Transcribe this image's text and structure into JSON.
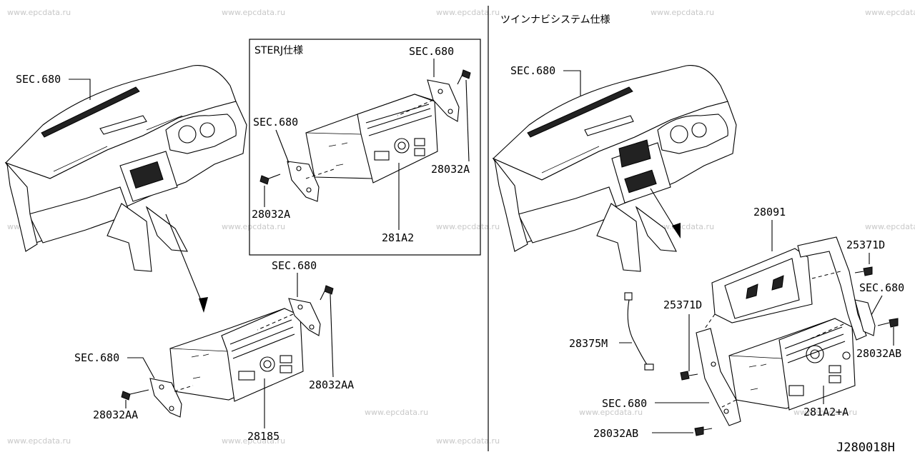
{
  "watermark": "www.epcdata.ru",
  "diagram_code": "J280018H",
  "left_panel": {
    "inset_title": "STERJ仕様",
    "labels": {
      "sec_dash": "SEC.680",
      "sec_bracket_bottom": "SEC.680",
      "sec_bracket_top": "SEC.680",
      "screw_bottom_1": "28032AA",
      "screw_bottom_2": "28032AA",
      "unit_bottom": "28185",
      "inset_sec_top": "SEC.680",
      "inset_sec_left": "SEC.680",
      "inset_screw_right": "28032A",
      "inset_screw_left": "28032A",
      "inset_unit": "281A2"
    }
  },
  "right_panel": {
    "title": "ツインナビシステム仕様",
    "labels": {
      "sec_dash": "SEC.680",
      "display": "28091",
      "screw_top_right": "25371D",
      "sec_right": "SEC.680",
      "screw_right": "28032AB",
      "screw_mid_left": "25371D",
      "harness": "28375M",
      "sec_bottom": "SEC.680",
      "screw_bottom": "28032AB",
      "unit": "281A2+A"
    }
  }
}
